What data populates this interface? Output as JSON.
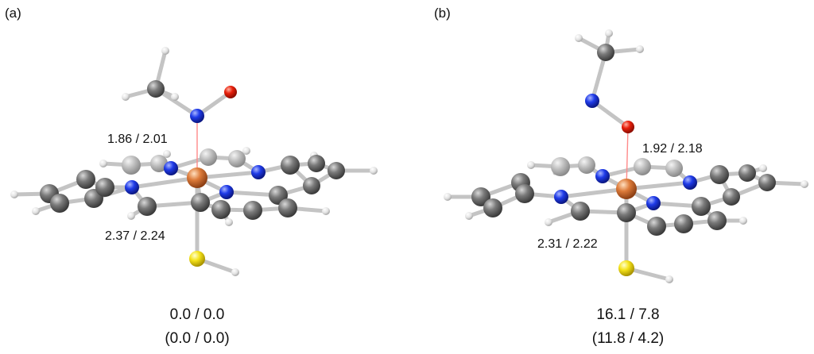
{
  "panels": [
    {
      "label": "(a)",
      "distance_top": "1.86 / 2.01",
      "distance_bottom": "2.37 / 2.24",
      "energy_line1": "0.0 / 0.0",
      "energy_line2": "(0.0 / 0.0)"
    },
    {
      "label": "(b)",
      "distance_top": "1.92 / 2.18",
      "distance_bottom": "2.31 / 2.22",
      "energy_line1": "16.1 / 7.8",
      "energy_line2": "(11.8 / 4.2)"
    }
  ],
  "colors": {
    "carbon": "#6b6b6b",
    "hydrogen": "#e6e6e6",
    "nitrogen": "#1a33e0",
    "oxygen": "#e01a0a",
    "iron": "#d77a3c",
    "sulfur": "#f0e020",
    "bond": "#c9c9c9",
    "fe_contact": "#ff8a8a"
  }
}
